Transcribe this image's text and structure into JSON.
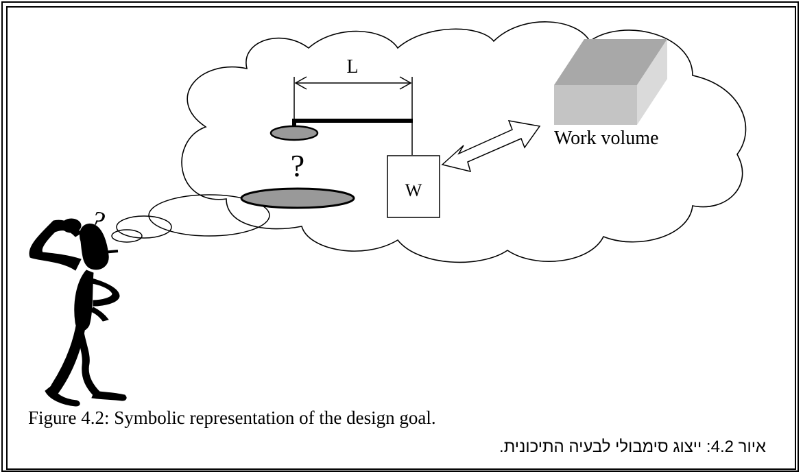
{
  "diagram": {
    "dimension_label": "L",
    "weight_label": "W",
    "question_mark": "?",
    "thinker_question_mark": "?",
    "work_volume_label": "Work volume"
  },
  "captions": {
    "english": "Figure 4.2: Symbolic representation of the design goal.",
    "hebrew": "איור 4.2: ייצוג סימבולי לבעיה התיכונית."
  },
  "colors": {
    "ink": "#000000",
    "disc_fill": "#999999",
    "box_top": "#a8a8a8",
    "box_front": "#c4c4c4",
    "box_side": "#dadada"
  }
}
